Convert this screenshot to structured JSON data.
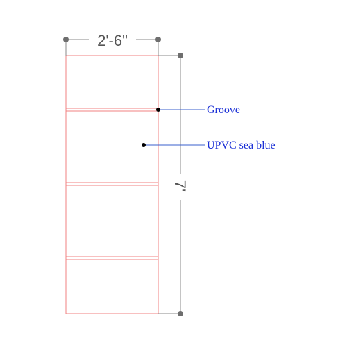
{
  "dimensions": {
    "width_label": "2'-6\"",
    "height_label": "7'"
  },
  "callouts": {
    "groove_label": "Groove",
    "material_label": "UPVC sea blue"
  },
  "colors": {
    "door_outline": "#f08080",
    "dimension_line": "#8a8a8a",
    "leader_line": "#3a5fcd",
    "label_text": "#1a2fd6"
  }
}
